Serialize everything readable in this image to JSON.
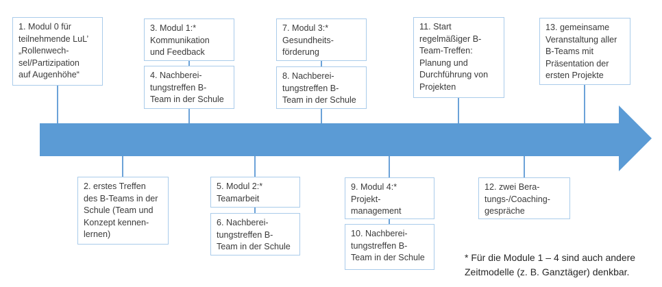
{
  "colors": {
    "arrow": "#5B9BD5",
    "connector": "#6BA2D8",
    "box-border": "#A9CBEA",
    "text": "#3A3A3A"
  },
  "boxes": {
    "b1": {
      "label": "1. Modul 0 für\nteilnehmende LuL’\n„Rollenwech-\nsel/Partizipation\nauf Augenhöhe“"
    },
    "b2": {
      "label": "2. erstes Treffen\ndes B-Teams in der\nSchule (Team und\nKonzept kennen-\nlernen)"
    },
    "b3": {
      "label": "3. Modul 1:*\nKommunikation\nund Feedback"
    },
    "b4": {
      "label": "4. Nachberei-\ntungstreffen B-\nTeam in der Schule"
    },
    "b5": {
      "label": "5. Modul  2:*\nTeamarbeit"
    },
    "b6": {
      "label": "6. Nachberei-\ntungstreffen B-\nTeam in der Schule"
    },
    "b7": {
      "label": "7. Modul 3:*\nGesundheits-\nförderung"
    },
    "b8": {
      "label": "8. Nachberei-\ntungstreffen B-\nTeam in der Schule"
    },
    "b9": {
      "label": "9. Modul 4:*\nProjekt-\nmanagement"
    },
    "b10": {
      "label": "10. Nachberei-\ntungstreffen B-\nTeam in der Schule"
    },
    "b11": {
      "label": "11. Start\nregelmäßiger B-\nTeam-Treffen:\nPlanung und\nDurchführung von\nProjekten"
    },
    "b12": {
      "label": "12. zwei Bera-\ntungs-/Coaching-\ngespräche"
    },
    "b13": {
      "label": "13. gemeinsame\nVeranstaltung aller\nB-Teams mit\nPräsentation der\nersten Projekte"
    }
  },
  "footnote": "* Für die Module 1 – 4 sind auch andere\nZeitmodelle (z. B. Ganztäger) denkbar."
}
